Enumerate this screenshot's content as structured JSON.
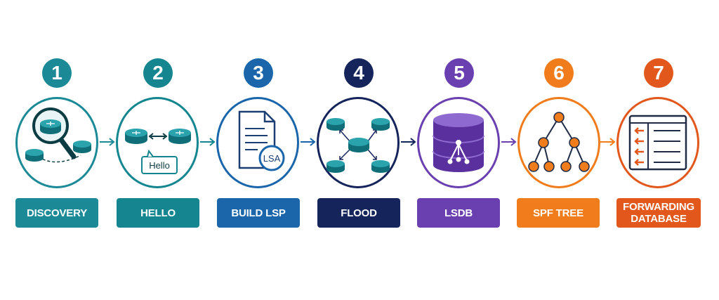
{
  "steps": [
    {
      "number": "1",
      "label": "DISCOVERY",
      "color": "#1b8a96",
      "icon": "magnifier-routers-icon"
    },
    {
      "number": "2",
      "label": "HELLO",
      "color": "#15868f",
      "icon": "hello-routers-icon",
      "bubble": "Hello"
    },
    {
      "number": "3",
      "label": "BUILD LSP",
      "color": "#1b66ab",
      "icon": "lsa-document-icon",
      "badge": "LSA"
    },
    {
      "number": "4",
      "label": "FLOOD",
      "color": "#16245c",
      "icon": "flood-routers-icon"
    },
    {
      "number": "5",
      "label": "LSDB",
      "color": "#6a3fb0",
      "icon": "database-icon"
    },
    {
      "number": "6",
      "label": "SPF TREE",
      "color": "#f07c1c",
      "icon": "tree-icon"
    },
    {
      "number": "7",
      "label": "FORWARDING DATABASE",
      "color": "#e2571c",
      "icon": "forwarding-table-icon"
    }
  ]
}
